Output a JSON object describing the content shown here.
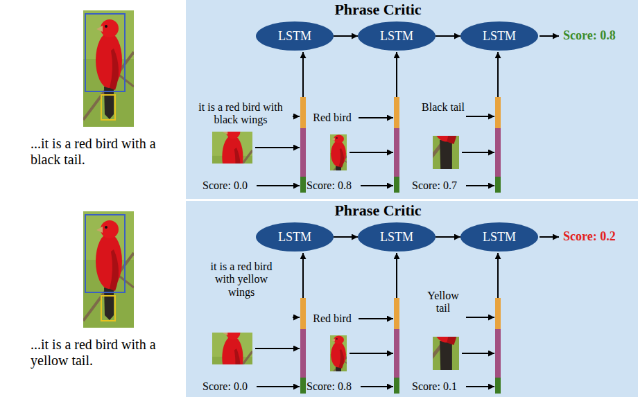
{
  "diagram": {
    "nodes": [
      {
        "text": [
          "Phrase Critic"
        ]
      },
      {
        "text": [
          "LSTM"
        ],
        "in": 0
      },
      {
        "text": [
          "LSTM"
        ],
        "in": 0
      },
      {
        "text": [
          "LSTM"
        ],
        "in": 0
      },
      {
        "text": [
          "Phrase Critic"
        ]
      },
      {
        "text": [
          "LSTM"
        ],
        "in": 4
      },
      {
        "text": [
          "LSTM"
        ],
        "in": 4
      },
      {
        "text": [
          "LSTM"
        ],
        "in": 4
      }
    ],
    "edges": [
      {
        "from": 1,
        "to": 2,
        "arrow": "to"
      },
      {
        "from": 2,
        "to": 3,
        "arrow": "to"
      },
      {
        "from": 5,
        "to": 6,
        "arrow": "to"
      },
      {
        "from": 6,
        "to": 7,
        "arrow": "to"
      }
    ],
    "labels": [
      "...it is a red bird with a black tail.",
      "Score: 0.8",
      "it is a red bird with black wings",
      "Score: 0.0",
      "Red bird",
      "Score: 0.8",
      "Black tail",
      "Score: 0.7",
      "...it is a red bird with a yellow tail.",
      "Score: 0.2",
      "it is a red bird with yellow wings",
      "Red bird",
      "Yellow tail",
      "Score: 0.0",
      "Score: 0.8",
      "Score: 0.1"
    ]
  }
}
